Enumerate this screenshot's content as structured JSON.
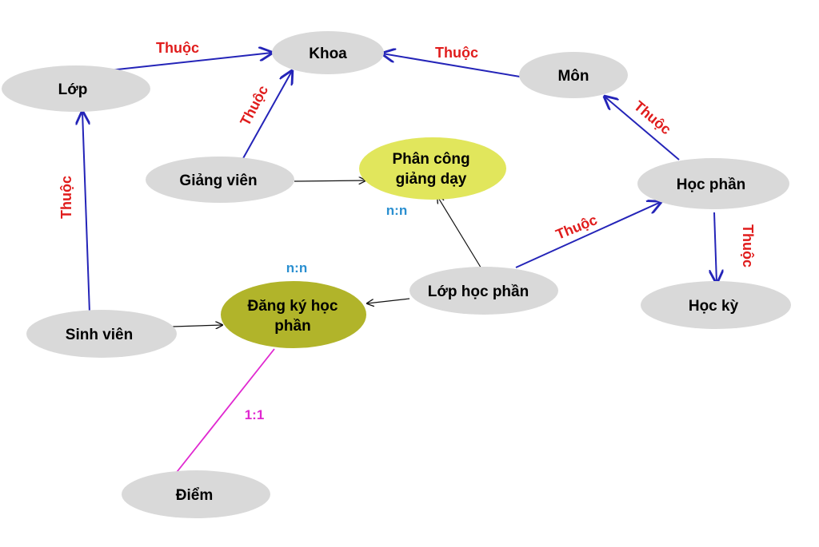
{
  "colors": {
    "entity_fill": "#d9d9d9",
    "relation_fill_1": "#e1e65c",
    "relation_fill_2": "#b1b42a",
    "arrow_blue": "#2424b8",
    "arrow_black": "#111111",
    "link_magenta": "#e028d0",
    "label_red": "#e01c1c",
    "card_blue": "#2a8fd0",
    "card_magenta": "#e028d0"
  },
  "nodes": {
    "lop": "Lớp",
    "khoa": "Khoa",
    "mon": "Môn",
    "giang_vien": "Giảng viên",
    "phan_cong": [
      "Phân công",
      "giảng dạy"
    ],
    "hoc_phan": "Học phần",
    "lop_hoc_phan": "Lớp học phần",
    "hoc_ky": "Học kỳ",
    "sinh_vien": "Sinh viên",
    "dang_ky": [
      "Đăng ký học",
      "phần"
    ],
    "diem": "Điểm"
  },
  "edge_labels": {
    "lop_khoa": "Thuộc",
    "giangvien_khoa": "Thuộc",
    "mon_khoa": "Thuộc",
    "hocphan_mon": "Thuộc",
    "sinhvien_lop": "Thuộc",
    "lophocphan_hocphan": "Thuộc",
    "hocphan_hocky": "Thuộc"
  },
  "cardinalities": {
    "phan_cong": "n:n",
    "dang_ky": "n:n",
    "diem": "1:1"
  }
}
